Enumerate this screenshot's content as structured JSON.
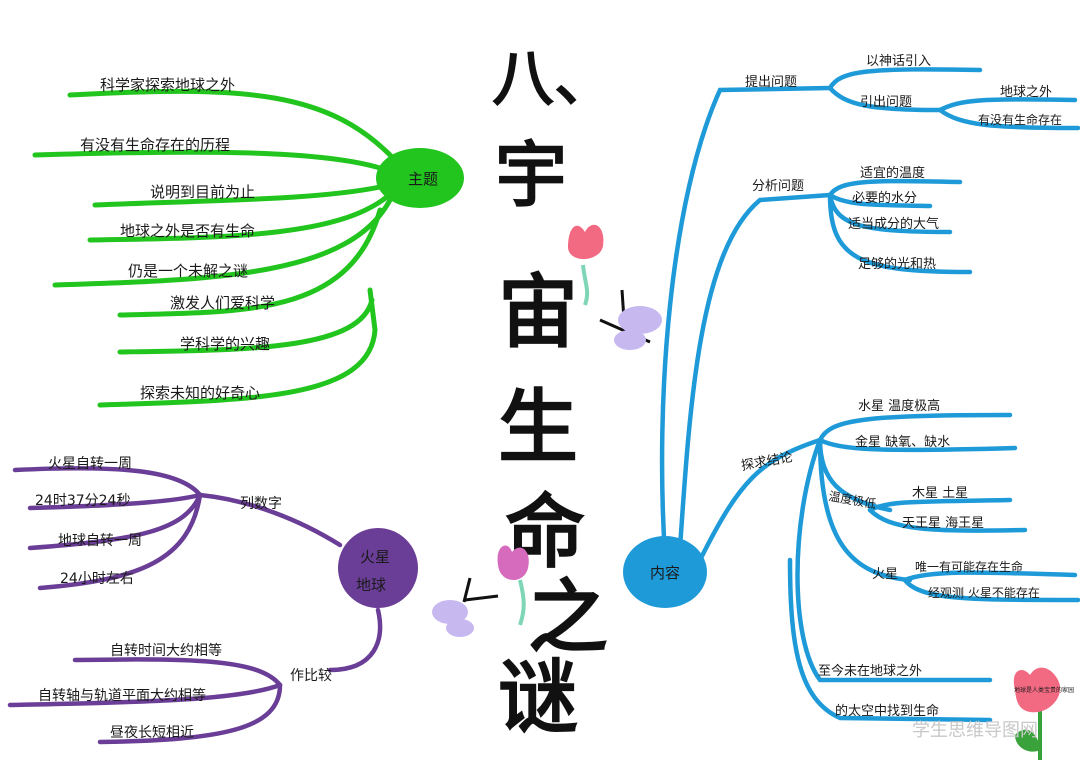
{
  "title": {
    "chars": [
      "八、",
      "宇",
      "宙",
      "生",
      "命",
      "之",
      "谜"
    ]
  },
  "colors": {
    "green": "#22c41e",
    "blue": "#1e9ad8",
    "purple": "#6a3d96",
    "pink": "#f26a82"
  },
  "theme": {
    "hub": "主题",
    "branches": [
      "科学家探索地球之外",
      "有没有生命存在的历程",
      "说明到目前为止",
      "地球之外是否有生命",
      "仍是一个未解之谜",
      "激发人们爱科学",
      "学科学的兴趣",
      "探索未知的好奇心"
    ]
  },
  "content": {
    "hub": "内容",
    "ask": {
      "label": "提出问题",
      "children": [
        {
          "label": "以神话引入"
        },
        {
          "label": "引出问题",
          "children": [
            "地球之外",
            "有没有生命存在"
          ]
        }
      ]
    },
    "analyze": {
      "label": "分析问题",
      "children": [
        "适宜的温度",
        "必要的水分",
        "适当成分的大气",
        "足够的光和热"
      ]
    },
    "explore": {
      "label": "探求结论",
      "children": [
        {
          "label": "水星 温度极高"
        },
        {
          "label": "金星 缺氧、缺水"
        },
        {
          "label": "温度极低",
          "children": [
            "木星 土星",
            "天王星 海王星"
          ]
        },
        {
          "label": "火星",
          "children": [
            "唯一有可能存在生命",
            "经观测 火星不能存在"
          ]
        }
      ]
    },
    "conclusion": [
      "至今未在地球之外",
      "的太空中找到生命"
    ],
    "flower_note": "地球是人类宝贵的家园"
  },
  "mars": {
    "hub": [
      "火星",
      "地球"
    ],
    "list": {
      "label": "列数字",
      "children": [
        "火星自转一周",
        "24时37分24秒",
        "地球自转一周",
        "24小时左右"
      ]
    },
    "compare": {
      "label": "作比较",
      "children": [
        "自转时间大约相等",
        "自转轴与轨道平面大约相等",
        "昼夜长短相近"
      ]
    }
  },
  "watermark": "学生思维导图网"
}
